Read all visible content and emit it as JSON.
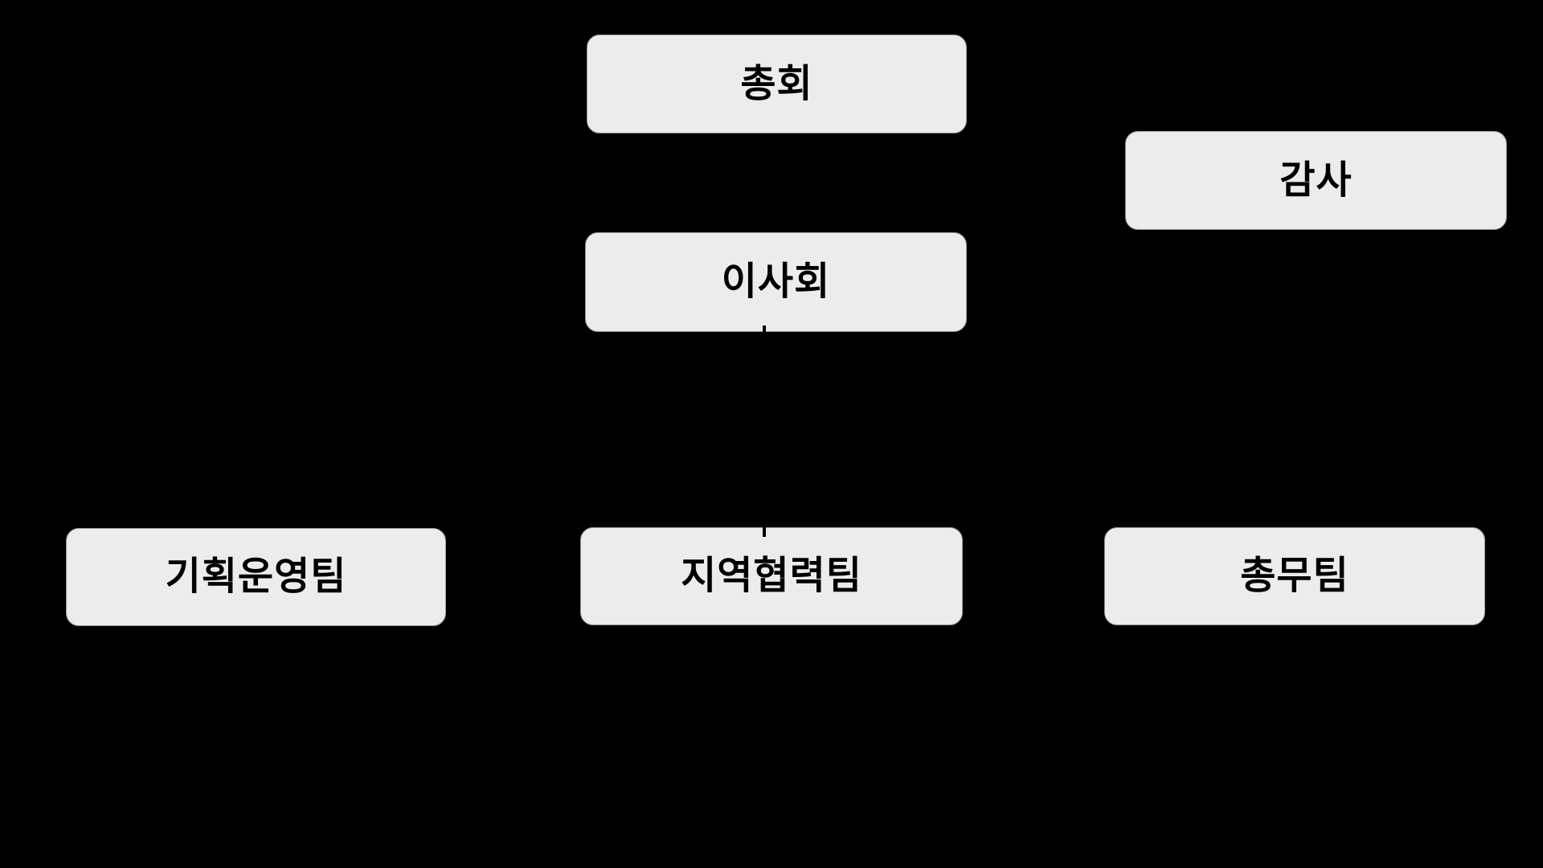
{
  "diagram": {
    "type": "organization-chart",
    "background_color": "#000000",
    "node_style": {
      "fill": "#ececec",
      "edge_color": "#9a9a9a",
      "text_color": "#000000"
    },
    "nodes": {
      "general_assembly": {
        "label": "총회"
      },
      "auditor": {
        "label": "감사"
      },
      "board": {
        "label": "이사회"
      },
      "planning_ops_team": {
        "label": "기획운영팀"
      },
      "regional_coop_team": {
        "label": "지역협력팀"
      },
      "general_affairs_team": {
        "label": "총무팀"
      }
    },
    "connectors": [
      {
        "from": "이사회",
        "to": "지역협력팀",
        "shape": "vertical-line",
        "color": "#000000"
      }
    ]
  }
}
